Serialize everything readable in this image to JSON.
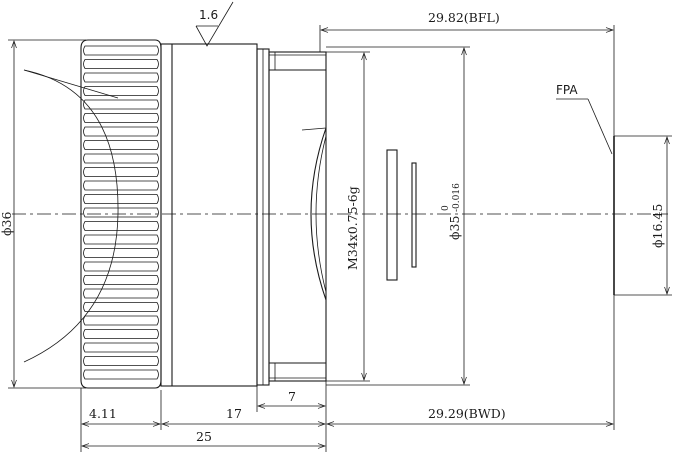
{
  "surface_finish": "1.6",
  "labels": {
    "bfl": "29.82(BFL)",
    "fpa": "FPA",
    "dia_outer": "ϕ36",
    "thread": "M34x0.75-6g",
    "dia_mount_prefix": "ϕ35",
    "dia_mount_tol_upper": "0",
    "dia_mount_tol_lower": "-0.016",
    "dia_image": "ϕ16.45",
    "len_knurl": "4.11",
    "len_body": "17",
    "len_thread": "7",
    "len_total": "25",
    "bwd": "29.29(BWD)"
  }
}
